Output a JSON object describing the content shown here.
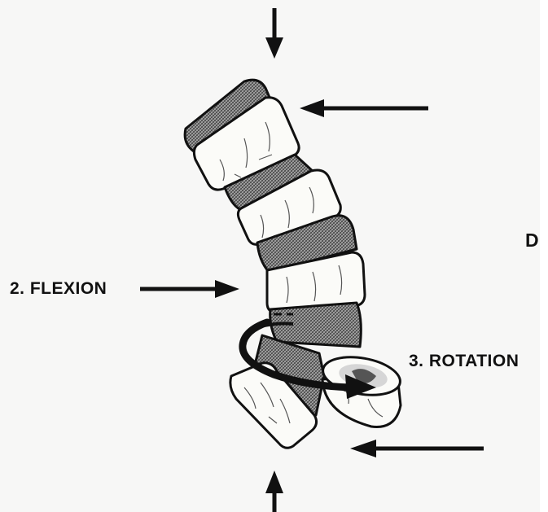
{
  "labels": {
    "flexion": "2. FLEXION",
    "rotation": "3. ROTATION",
    "partial_right": "D"
  },
  "colors": {
    "ink": "#111111",
    "paper": "#f7f7f6",
    "disc_fill": "#8c8c8c",
    "bone_fill": "#fbfbf8"
  },
  "icons": [
    "arrow-down-icon",
    "arrow-left-icon",
    "arrow-right-icon",
    "arrow-up-icon",
    "curved-rotation-arrow-icon"
  ]
}
